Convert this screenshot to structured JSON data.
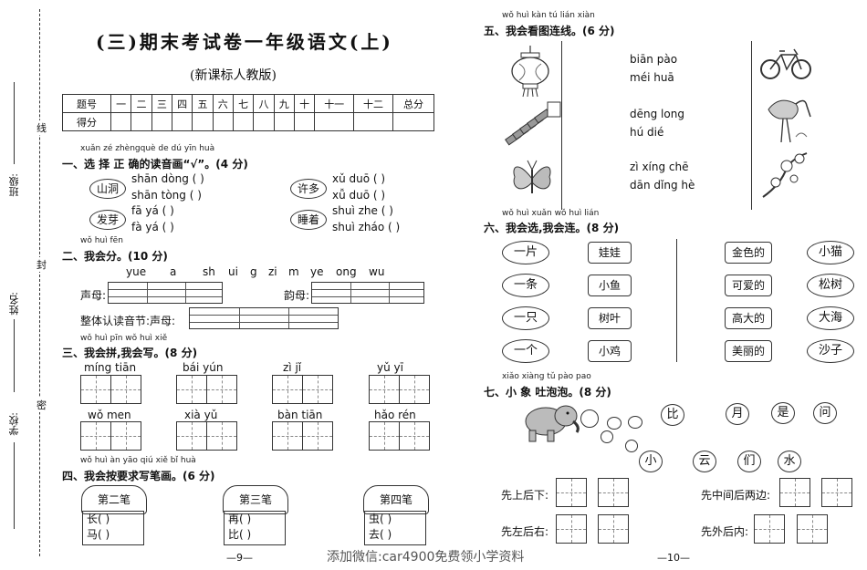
{
  "side": {
    "xian": "线",
    "banji": "班级:",
    "feng": "封",
    "xingming": "姓名:",
    "mi": "密",
    "xuexiao": "学校:"
  },
  "title": "(三)期末考试卷一年级语文(上)",
  "subtitle": "(新课标人教版)",
  "score_table": {
    "row1": [
      "题号",
      "一",
      "二",
      "三",
      "四",
      "五",
      "六",
      "七",
      "八",
      "九",
      "十",
      "十一",
      "十二",
      "总分"
    ],
    "row2_label": "得分"
  },
  "s1": {
    "pinyin": "xuǎn zé zhèngquè de dú yīn huà",
    "heading": "一、选 择 正 确的读音画“√”。(4 分)",
    "items": [
      {
        "word": "山洞",
        "opts": [
          "shān dòng   (        )",
          "shān tòng   (        )"
        ]
      },
      {
        "word": "许多",
        "opts": [
          "xǔ duō   (        )",
          "xǚ duō   (        )"
        ]
      },
      {
        "word": "发芽",
        "opts": [
          "fā yá   (        )",
          "fà yá   (        )"
        ]
      },
      {
        "word": "睡着",
        "opts": [
          "shuì zhe   (        )",
          "shuì zháo   (        )"
        ]
      }
    ]
  },
  "s2": {
    "pinyin": "wǒ huì fēn",
    "heading": "二、我会分。(10 分)",
    "letters": [
      "yue",
      "a",
      "sh",
      "ui",
      "g",
      "zi",
      "m",
      "ye",
      "ong",
      "wu"
    ],
    "shengmu": "声母:",
    "yunmu": "韵母:",
    "zhengti": "整体认读音节:声母:"
  },
  "s3": {
    "pinyin": "wǒ huì pīn   wǒ huì xiě",
    "heading": "三、我会拼,我会写。(8 分)",
    "words": [
      "míng  tiān",
      "bái   yún",
      "zì     jǐ",
      "yǔ    yī",
      "wǒ   men",
      "xià    yǔ",
      "bàn  tiān",
      "hǎo   rén"
    ]
  },
  "s4": {
    "pinyin": "wǒ huì àn yāo qiú xiě bǐ huà",
    "heading": "四、我会按要求写笔画。(6 分)",
    "groups": [
      {
        "label": "第二笔",
        "lines": [
          "长(        )",
          "马(        )"
        ]
      },
      {
        "label": "第三笔",
        "lines": [
          "再(        )",
          "比(        )"
        ]
      },
      {
        "label": "第四笔",
        "lines": [
          "虫(        )",
          "去(        )"
        ]
      }
    ]
  },
  "s5": {
    "pinyin": "wǒ huì kàn tú lián xiàn",
    "heading": "五、我会看图连线。(6 分)",
    "words": [
      [
        "biān   pào",
        "méi   huā"
      ],
      [
        "dēng   long",
        "hú    dié"
      ],
      [
        "zì xíng chē",
        "dān dǐng hè"
      ]
    ],
    "img_labels": [
      "lantern",
      "firecracker",
      "butterfly",
      "bicycle",
      "crane",
      "plum-blossom"
    ]
  },
  "s6": {
    "pinyin": "wǒ huì xuǎn   wǒ huì lián",
    "heading": "六、我会选,我会连。(8 分)",
    "left_leaves": [
      "一片",
      "一条",
      "一只",
      "一个"
    ],
    "left_nouns": [
      "娃娃",
      "小鱼",
      "树叶",
      "小鸡"
    ],
    "right_adj": [
      "金色的",
      "可爱的",
      "高大的",
      "美丽的"
    ],
    "right_leaves": [
      "小猫",
      "松树",
      "大海",
      "沙子"
    ]
  },
  "s7": {
    "pinyin": "xiǎo xiàng tǔ pào pao",
    "heading": "七、小 象 吐泡泡。(8 分)",
    "bubbles_top": [
      "比",
      "月",
      "是",
      "问"
    ],
    "bubbles_bottom": [
      "小",
      "云",
      "们",
      "水"
    ],
    "rules": [
      "先上后下:",
      "先中间后两边:",
      "先左后右:",
      "先外后内:"
    ]
  },
  "footer": {
    "page_left": "—9—",
    "page_right": "—10—",
    "watermark": "添加微信:car4900免费领小学资料"
  }
}
